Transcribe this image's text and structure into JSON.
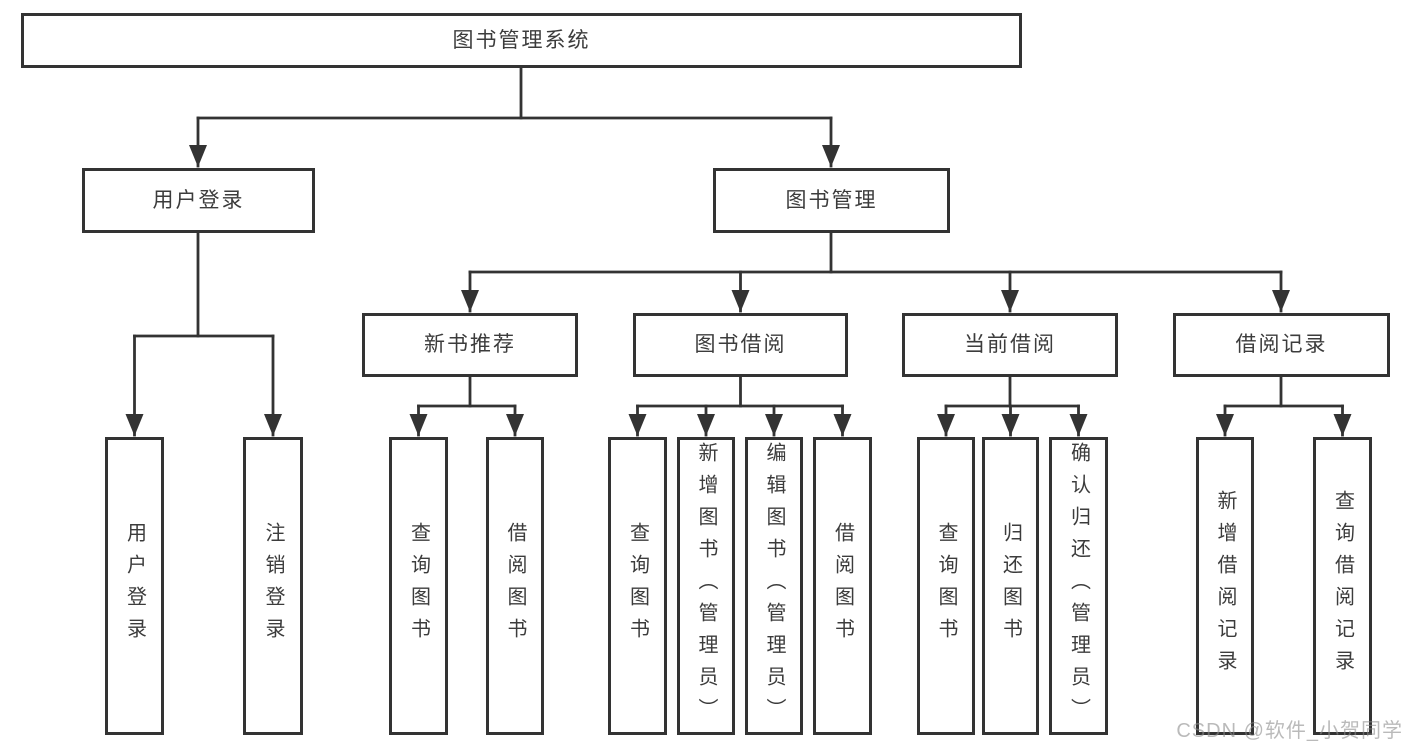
{
  "diagram": {
    "root": {
      "label": "图书管理系统"
    },
    "level2": [
      {
        "label": "用户登录",
        "leaves": [
          "用户登录",
          "注销登录"
        ]
      },
      {
        "label": "图书管理",
        "children": [
          {
            "label": "新书推荐",
            "leaves": [
              "查询图书",
              "借阅图书"
            ]
          },
          {
            "label": "图书借阅",
            "leaves": [
              "查询图书",
              "新增图书（管理员）",
              "编辑图书（管理员）",
              "借阅图书"
            ]
          },
          {
            "label": "当前借阅",
            "leaves": [
              "查询图书",
              "归还图书",
              "确认归还（管理员）"
            ]
          },
          {
            "label": "借阅记录",
            "leaves": [
              "新增借阅记录",
              "查询借阅记录"
            ]
          }
        ]
      }
    ]
  },
  "watermark": {
    "text": "CSDN @软件_小贺同学"
  },
  "colors": {
    "box_border": "#333333",
    "connector": "#333333",
    "text": "#3c3c3c",
    "watermark": "#8c8c8c",
    "background": "#ffffff"
  }
}
